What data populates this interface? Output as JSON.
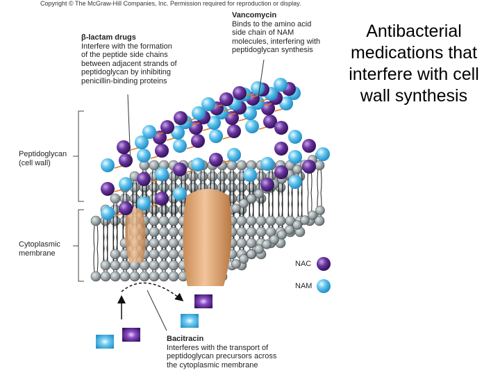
{
  "copyright": "Copyright © The McGraw-Hill Companies, Inc. Permission required for reproduction or display.",
  "title_lines": [
    "Antibacterial",
    "medications that",
    "interfere with cell",
    "wall synthesis"
  ],
  "labels": {
    "vancomycin": {
      "heading": "Vancomycin",
      "lines": [
        "Binds to the amino acid",
        "side chain of NAM",
        "molecules, interfering with",
        "peptidoglycan synthesis"
      ]
    },
    "beta_lactam": {
      "heading": "β-lactam drugs",
      "lines": [
        "Interfere with the formation",
        "of the peptide side chains",
        "between adjacent strands of",
        "peptidoglycan by inhibiting",
        "penicillin-binding proteins"
      ]
    },
    "peptidoglycan": {
      "lines": [
        "Peptidoglycan",
        "(cell wall)"
      ]
    },
    "cytoplasmic": {
      "lines": [
        "Cytoplasmic",
        "membrane"
      ]
    },
    "bacitracin": {
      "heading": "Bacitracin",
      "lines": [
        "Interferes with the transport of",
        "peptidoglycan precursors across",
        "the cytoplasmic membrane"
      ]
    }
  },
  "legend": {
    "nac": {
      "label": "NAC",
      "color": "#5a2a8c"
    },
    "nam": {
      "label": "NAM",
      "color": "#4fb8e6"
    }
  },
  "colors": {
    "crosslink": "#e07a1e",
    "lipid_head": "#9aa3a6",
    "protein": "#e8b07e"
  }
}
